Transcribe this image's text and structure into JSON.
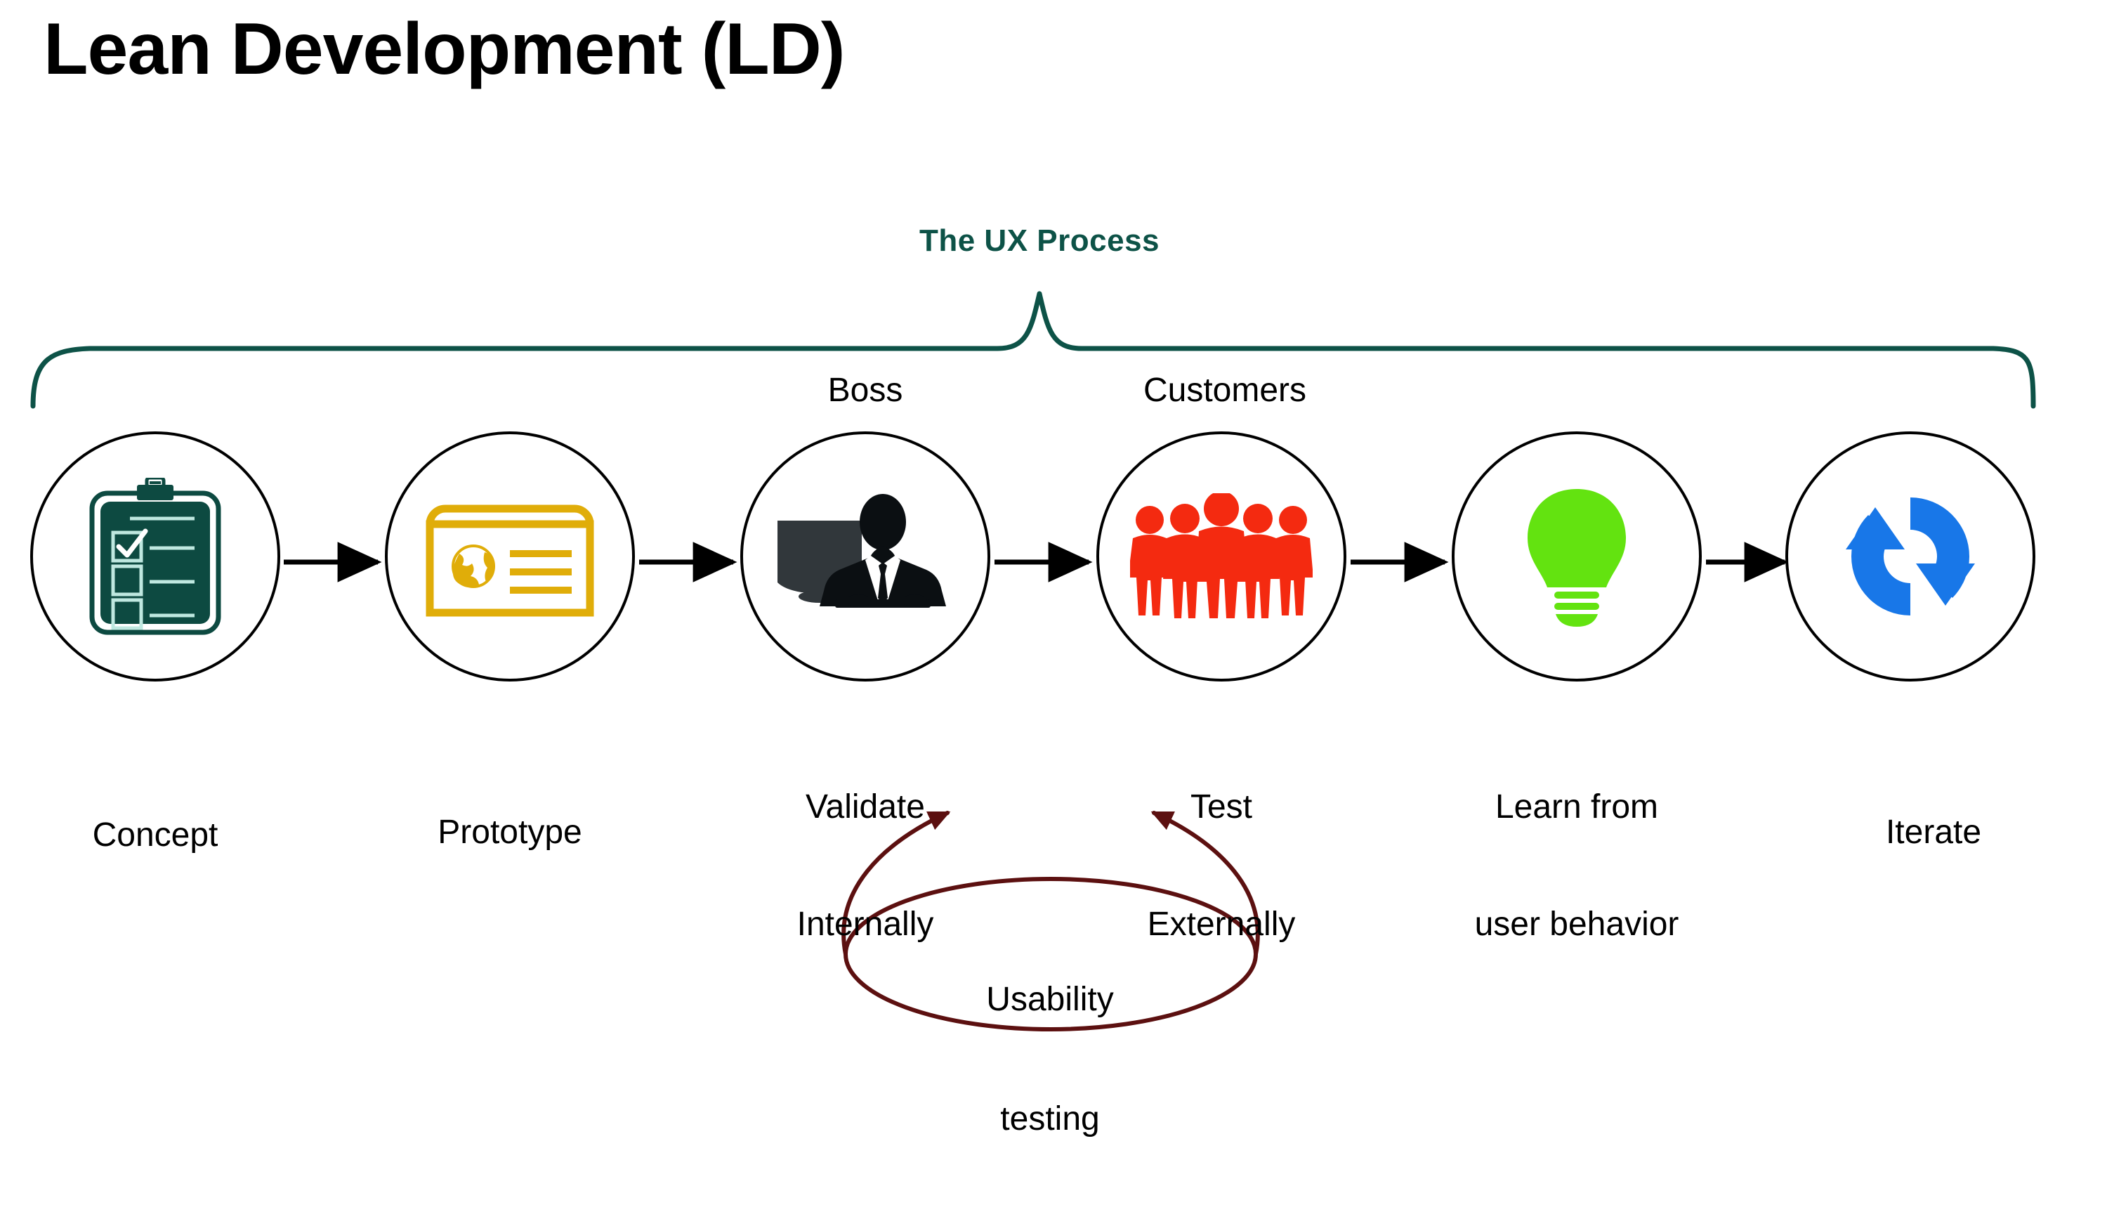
{
  "page": {
    "title": "Lean Development (LD)",
    "background": "#ffffff"
  },
  "brace": {
    "label": "The UX Process",
    "color": "#0d5247"
  },
  "actors": [
    {
      "label": "Boss",
      "over_stage": 3
    },
    {
      "label": "Customers",
      "over_stage": 4
    }
  ],
  "stages": [
    {
      "label": "Concept",
      "label_line1": "Concept",
      "label_line2": "",
      "icon": "clipboard-checklist-icon",
      "icon_color": "#0d4a41"
    },
    {
      "label": "Prototype",
      "label_line1": "Prototype",
      "label_line2": "",
      "icon": "browser-window-globe-icon",
      "icon_color": "#e0ad09"
    },
    {
      "label": "Validate Internally",
      "label_line1": "Validate",
      "label_line2": "Internally",
      "icon": "businessman-monitor-icon",
      "icon_color": "#101418"
    },
    {
      "label": "Test Externally",
      "label_line1": "Test",
      "label_line2": "Externally",
      "icon": "people-group-icon",
      "icon_color": "#f42a10"
    },
    {
      "label": "Learn from user behavior",
      "label_line1": "Learn from",
      "label_line2": "user behavior",
      "icon": "lightbulb-icon",
      "icon_color": "#63e310"
    },
    {
      "label": "Iterate",
      "label_line1": "Iterate",
      "label_line2": "",
      "icon": "refresh-cycle-icon",
      "icon_color": "#1877e8"
    }
  ],
  "feedback_loop": {
    "label_line1": "Usability",
    "label_line2": "testing",
    "label": "Usability testing",
    "color": "#5c1010",
    "from_stage": 4,
    "to_stage": 3
  },
  "connectors": {
    "count": 5,
    "color": "#000000",
    "direction": "left-to-right"
  },
  "colors": {
    "title": "#000000",
    "brace": "#0d5247",
    "circle_outline": "#000000",
    "loop": "#5c1010"
  }
}
